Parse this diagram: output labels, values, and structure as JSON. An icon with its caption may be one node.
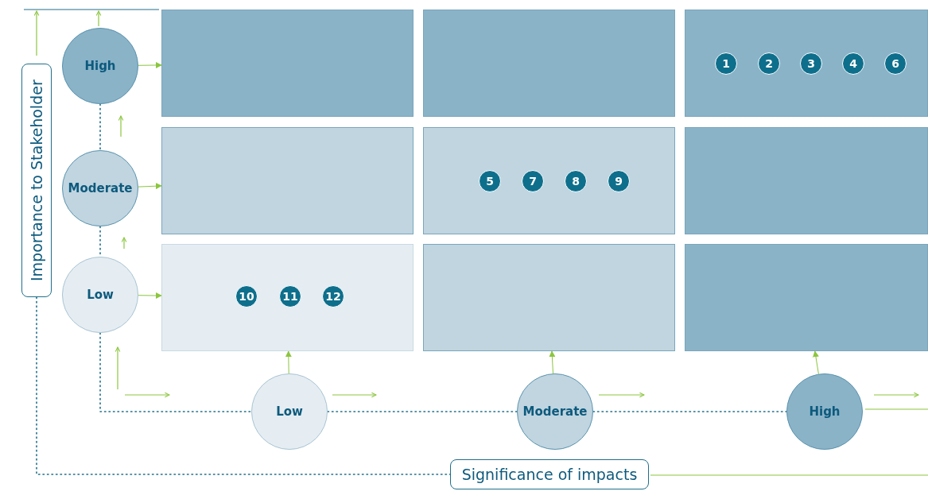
{
  "diagram": {
    "nodes": [
      {
        "text": [
          "Importance to Stakeholder"
        ]
      },
      {
        "text": [
          "High"
        ]
      },
      {
        "text": [
          "Moderate"
        ]
      },
      {
        "text": [
          "Low"
        ]
      },
      {
        "text": [],
        "shape": "box"
      },
      {
        "text": [],
        "shape": "box"
      },
      {
        "text": [],
        "shape": "box"
      },
      {
        "text": [],
        "shape": "box"
      },
      {
        "text": [],
        "shape": "box"
      },
      {
        "text": [],
        "shape": "box"
      },
      {
        "text": [],
        "shape": "box"
      },
      {
        "text": [],
        "shape": "box"
      },
      {
        "text": [],
        "shape": "box"
      },
      {
        "text": [
          "1"
        ],
        "in": 6
      },
      {
        "text": [
          "2"
        ],
        "in": 6
      },
      {
        "text": [
          "3"
        ],
        "in": 6
      },
      {
        "text": [
          "4"
        ],
        "in": 6
      },
      {
        "text": [
          "6"
        ],
        "in": 6
      },
      {
        "text": [
          "5"
        ],
        "in": 8
      },
      {
        "text": [
          "7"
        ],
        "in": 8
      },
      {
        "text": [
          "8"
        ],
        "in": 8
      },
      {
        "text": [
          "9"
        ],
        "in": 8
      },
      {
        "text": [
          "10"
        ],
        "in": 10
      },
      {
        "text": [
          "11"
        ],
        "in": 10
      },
      {
        "text": [
          "12"
        ],
        "in": 10
      },
      {
        "text": [
          "Low"
        ]
      },
      {
        "text": [
          "Moderate"
        ]
      },
      {
        "text": [
          "High"
        ]
      },
      {
        "text": [
          "Significance of impacts"
        ]
      }
    ],
    "edges": [
      {
        "from": 1,
        "to": 2,
        "arrow": "none",
        "style": "dashed"
      },
      {
        "from": 2,
        "to": 3,
        "arrow": "none",
        "style": "dashed"
      },
      {
        "from": 3,
        "to": 25,
        "arrow": "none",
        "style": "dashed"
      },
      {
        "from": 25,
        "to": 26,
        "arrow": "none",
        "style": "dashed"
      },
      {
        "from": 26,
        "to": 27,
        "arrow": "none",
        "style": "dashed"
      },
      {
        "from": 0,
        "to": 28,
        "arrow": "none",
        "style": "dashed"
      },
      {
        "from": 1,
        "to": 4,
        "arrow": "to",
        "color": "#8cc63f"
      },
      {
        "from": 2,
        "to": 7,
        "arrow": "to",
        "color": "#8cc63f"
      },
      {
        "from": 3,
        "to": 10,
        "arrow": "to",
        "color": "#8cc63f"
      },
      {
        "from": 25,
        "to": 10,
        "arrow": "to",
        "color": "#8cc63f"
      },
      {
        "from": 26,
        "to": 11,
        "arrow": "to",
        "color": "#8cc63f"
      },
      {
        "from": 27,
        "to": 12,
        "arrow": "to",
        "color": "#8cc63f"
      }
    ]
  }
}
